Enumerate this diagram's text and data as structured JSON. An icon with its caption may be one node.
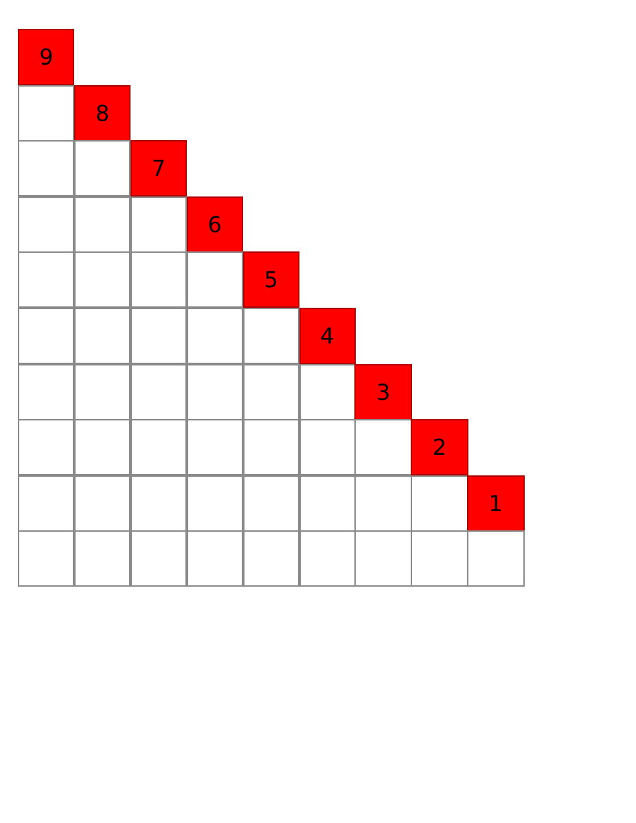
{
  "diagram": {
    "nodes": [
      {
        "text": [
          "9"
        ]
      },
      {
        "text": [],
        "shape": "box"
      },
      {
        "text": [
          "8"
        ]
      },
      {
        "text": [],
        "shape": "box"
      },
      {
        "text": [],
        "shape": "box"
      },
      {
        "text": [
          "7"
        ]
      },
      {
        "text": [],
        "shape": "box"
      },
      {
        "text": [],
        "shape": "box"
      },
      {
        "text": [],
        "shape": "box"
      },
      {
        "text": [
          "6"
        ]
      },
      {
        "text": [],
        "shape": "box"
      },
      {
        "text": [],
        "shape": "box"
      },
      {
        "text": [],
        "shape": "box"
      },
      {
        "text": [],
        "shape": "box"
      },
      {
        "text": [
          "5"
        ]
      },
      {
        "text": [],
        "shape": "box"
      },
      {
        "text": [],
        "shape": "box"
      },
      {
        "text": [],
        "shape": "box"
      },
      {
        "text": [],
        "shape": "box"
      },
      {
        "text": [],
        "shape": "box"
      },
      {
        "text": [
          "4"
        ]
      },
      {
        "text": [],
        "shape": "box"
      },
      {
        "text": [],
        "shape": "box"
      },
      {
        "text": [],
        "shape": "box"
      },
      {
        "text": [],
        "shape": "box"
      },
      {
        "text": [],
        "shape": "box"
      },
      {
        "text": [],
        "shape": "box"
      },
      {
        "text": [
          "3"
        ]
      },
      {
        "text": [],
        "shape": "box"
      },
      {
        "text": [],
        "shape": "box"
      },
      {
        "text": [],
        "shape": "box"
      },
      {
        "text": [],
        "shape": "box"
      },
      {
        "text": [],
        "shape": "box"
      },
      {
        "text": [],
        "shape": "box"
      },
      {
        "text": [],
        "shape": "box"
      },
      {
        "text": [
          "2"
        ]
      },
      {
        "text": [],
        "shape": "box"
      },
      {
        "text": [],
        "shape": "box"
      },
      {
        "text": [],
        "shape": "box"
      },
      {
        "text": [],
        "shape": "box"
      },
      {
        "text": [],
        "shape": "box"
      },
      {
        "text": [],
        "shape": "box"
      },
      {
        "text": [],
        "shape": "box"
      },
      {
        "text": [],
        "shape": "box"
      },
      {
        "text": [
          "1"
        ]
      },
      {
        "text": [],
        "shape": "box"
      },
      {
        "text": [],
        "shape": "box"
      },
      {
        "text": [],
        "shape": "box"
      },
      {
        "text": [],
        "shape": "box"
      },
      {
        "text": [],
        "shape": "box"
      },
      {
        "text": [],
        "shape": "box"
      },
      {
        "text": [],
        "shape": "box"
      },
      {
        "text": [],
        "shape": "box"
      },
      {
        "text": [],
        "shape": "box"
      }
    ]
  }
}
